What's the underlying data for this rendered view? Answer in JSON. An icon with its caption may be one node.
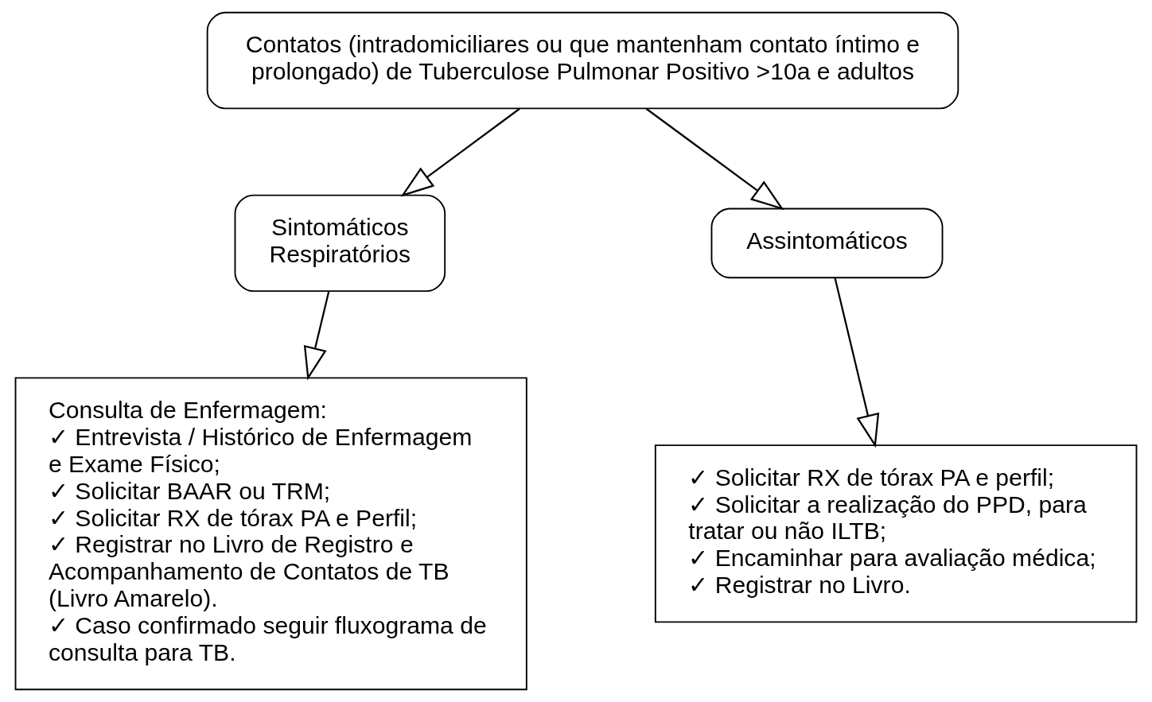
{
  "diagram": {
    "nodes": [
      {
        "text": [
          "Contatos (intradomiciliares ou que mantenham contato íntimo e prolongado) de Tuberculose Pulmonar Positivo >10a e adultos"
        ]
      },
      {
        "text": [
          "Sintomáticos Respiratórios"
        ]
      },
      {
        "text": [
          "Assintomáticos"
        ]
      },
      {
        "text": [
          "Consulta de Enfermagem:",
          "✓ Entrevista / Histórico de Enfermagem e Exame Físico;",
          "✓ Solicitar BAAR ou TRM;",
          "✓ Solicitar RX de tórax PA e Perfil;",
          "✓ Registrar no Livro de Registro e Acompanhamento de Contatos de TB (Livro Amarelo).",
          "✓ Caso confirmado seguir fluxograma de consulta para TB."
        ]
      },
      {
        "text": [
          "✓ Solicitar RX de tórax PA e perfil;",
          "✓ Solicitar a realização do PPD, para tratar ou não ILTB;",
          "✓ Encaminhar para avaliação médica;",
          "✓ Registrar no Livro."
        ]
      }
    ],
    "edges": [
      {
        "from": 0,
        "to": 1,
        "arrow": "to"
      },
      {
        "from": 0,
        "to": 2,
        "arrow": "to"
      },
      {
        "from": 1,
        "to": 3,
        "arrow": "to"
      },
      {
        "from": 2,
        "to": 4,
        "arrow": "to"
      }
    ]
  }
}
